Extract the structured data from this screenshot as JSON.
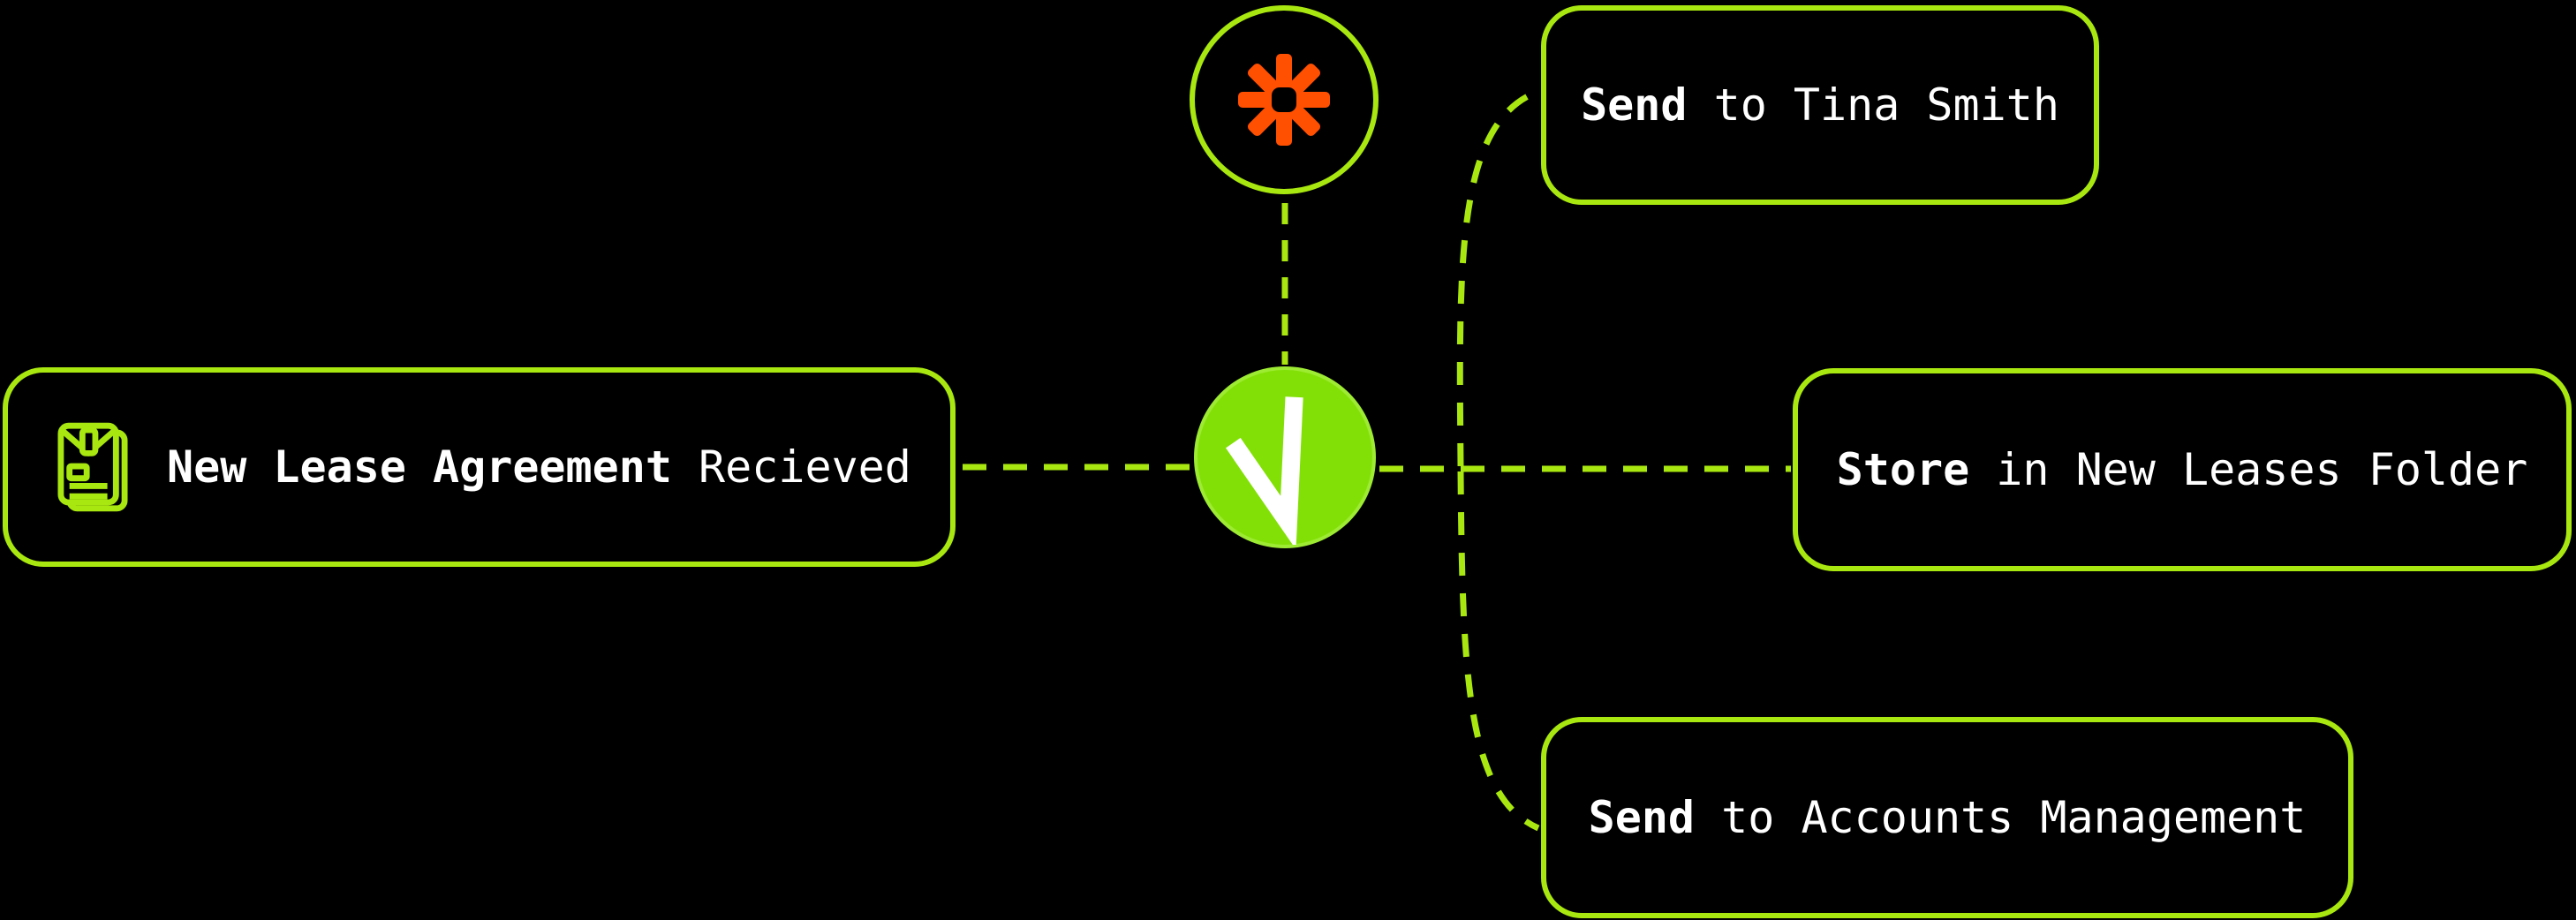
{
  "diagram": {
    "colors": {
      "background": "#000000",
      "accent_green": "#a8e70f",
      "node_green": "#83e007",
      "node_rim": "#9deb33",
      "zapier_orange": "#ff4f00",
      "text": "#ffffff"
    },
    "trigger_source_node": {
      "icon": "zapier-asterisk-icon"
    },
    "hub_node": {
      "icon": "v-logo-icon"
    },
    "trigger_card": {
      "icon": "lease-document-icon",
      "bold": "New Lease Agreement",
      "rest": " Recieved"
    },
    "action_cards": [
      {
        "bold": "Send",
        "rest": " to Tina Smith"
      },
      {
        "bold": "Store",
        "rest": " in New Leases Folder"
      },
      {
        "bold": "Send",
        "rest": " to Accounts Management"
      }
    ]
  }
}
